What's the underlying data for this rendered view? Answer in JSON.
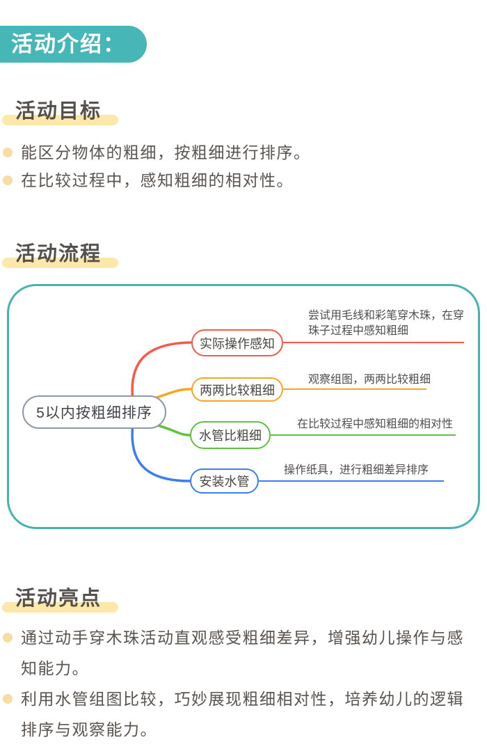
{
  "header": {
    "badge": "活动介绍："
  },
  "sections": {
    "goals": {
      "title": "活动目标",
      "bullets": [
        "能区分物体的粗细，按粗细进行排序。",
        "在比较过程中，感知粗细的相对性。"
      ]
    },
    "process": {
      "title": "活动流程",
      "mindmap": {
        "root": "5以内按粗细排序",
        "branches": [
          {
            "label": "实际操作感知",
            "note": "尝试用毛线和彩笔穿木珠，在穿珠子过程中感知粗细",
            "color": "#f75847"
          },
          {
            "label": "两两比较粗细",
            "note": "观察组图，两两比较粗细",
            "color": "#f7a41f"
          },
          {
            "label": "水管比粗细",
            "note": "在比较过程中感知粗细的相对性",
            "color": "#5ec43f"
          },
          {
            "label": "安装水管",
            "note": "操作纸具，进行粗细差异排序",
            "color": "#3d7ded"
          }
        ]
      }
    },
    "highlights": {
      "title": "活动亮点",
      "bullets": [
        "通过动手穿木珠活动直观感受粗细差异，增强幼儿操作与感知能力。",
        "利用水管组图比较，巧妙展现粗细相对性，培养幼儿的逻辑排序与观察能力。"
      ]
    }
  },
  "colors": {
    "teal": "#47b6b7",
    "map_border": "#45b3b4",
    "highlight_yellow": "#fce9a9",
    "bullet_dot": "#f8dda1",
    "heading_text": "#55504b",
    "body_text": "#5b534e",
    "root_border": "#8c98aa",
    "branch_red": "#f75847",
    "branch_orange": "#f7a41f",
    "branch_green": "#5ec43f",
    "branch_blue": "#3d7ded"
  }
}
